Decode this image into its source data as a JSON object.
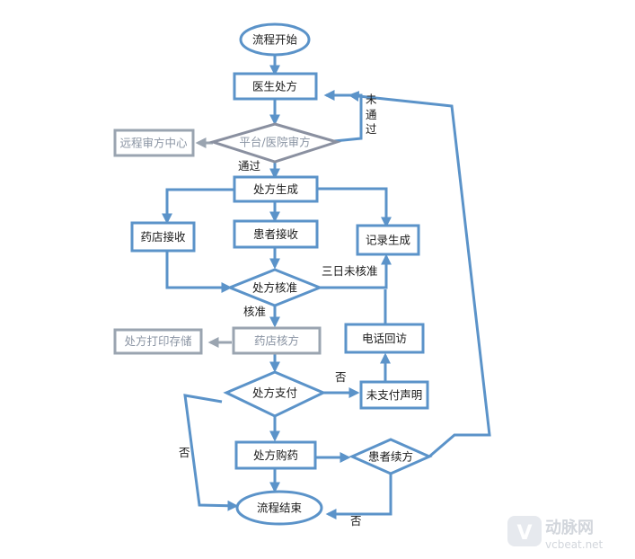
{
  "nodes": {
    "start": "流程开始",
    "doctor_prescribe": "医生处方",
    "remote_review_center": "远程审方中心",
    "platform_review": "平台/医院审方",
    "prescription_generate": "处方生成",
    "pharmacy_receive": "药店接收",
    "patient_receive": "患者接收",
    "record_generate": "记录生成",
    "prescription_verify": "处方核准",
    "print_store": "处方打印存储",
    "pharmacy_verify": "药店核方",
    "phone_followup": "电话回访",
    "prescription_payment": "处方支付",
    "unpaid_statement": "未支付声明",
    "prescription_purchase": "处方购药",
    "patient_renew": "患者续方",
    "end": "流程结束"
  },
  "edge_labels": {
    "not_pass_1": "未",
    "not_pass_2": "通",
    "not_pass_3": "过",
    "pass": "通过",
    "three_days_unapproved": "三日未核准",
    "approved": "核准",
    "no_payment": "否",
    "no_left": "否",
    "no_renew": "否"
  },
  "watermark": {
    "brand": "动脉网",
    "url": "vcbeat.net"
  },
  "colors": {
    "primary_stroke": "#5b93c9",
    "gray_stroke": "#9aa4b0",
    "gray_text": "#8a94a3",
    "text": "#1a1a1a"
  }
}
